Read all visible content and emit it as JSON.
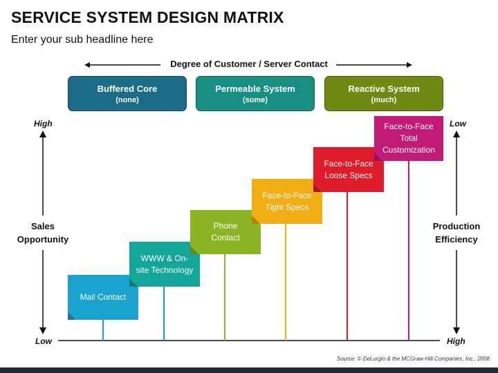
{
  "title": "SERVICE SYSTEM DESIGN MATRIX",
  "subtitle": "Enter your sub headline here",
  "degree_label": "Degree of Customer / Server Contact",
  "categories": [
    {
      "name": "Buffered Core",
      "sub": "(none)",
      "color": "#1b6c86"
    },
    {
      "name": "Permeable System",
      "sub": "(some)",
      "color": "#178f83"
    },
    {
      "name": "Reactive System",
      "sub": "(much)",
      "color": "#6e8a12"
    }
  ],
  "left_axis": {
    "title_line1": "Sales",
    "title_line2": "Opportunity",
    "top": "High",
    "bottom": "Low"
  },
  "right_axis": {
    "title_line1": "Production",
    "title_line2": "Efficiency",
    "top": "Low",
    "bottom": "High"
  },
  "steps": [
    {
      "label": "Mail Contact",
      "color": "#1aa3cf"
    },
    {
      "label": "WWW & On-site Technology",
      "color": "#15a69a"
    },
    {
      "label": "Phone Contact",
      "color": "#8cb523"
    },
    {
      "label": "Face-to-Face Tight Specs",
      "color": "#f2ae14"
    },
    {
      "label": "Face-to-Face Loose Specs",
      "color": "#df1c2a"
    },
    {
      "label": "Face-to-Face Total Customization",
      "color": "#c41a77"
    }
  ],
  "source": "Source: © DeLurgio & the MCGraw-Hill Companies, Inc., 2008"
}
